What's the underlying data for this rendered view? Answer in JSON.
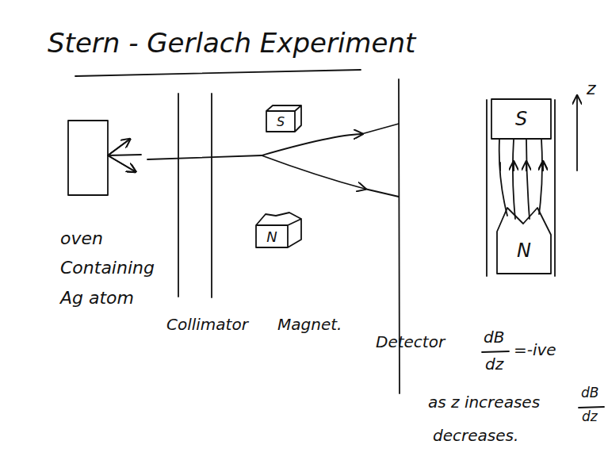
{
  "diagram": {
    "title": "Stern - Gerlach Experiment",
    "nodes": [
      {
        "text": [
          "S"
        ]
      },
      {
        "text": [
          "N"
        ]
      },
      {
        "text": [
          "S"
        ]
      },
      {
        "text": [
          "N"
        ]
      }
    ],
    "labels": [
      "oven Containing Ag atom",
      "Collimator",
      "Magnet.",
      "Detector",
      "z",
      "dB",
      "dz",
      "=-ive",
      "as z increases",
      "dB",
      "dz",
      "decreases."
    ]
  }
}
